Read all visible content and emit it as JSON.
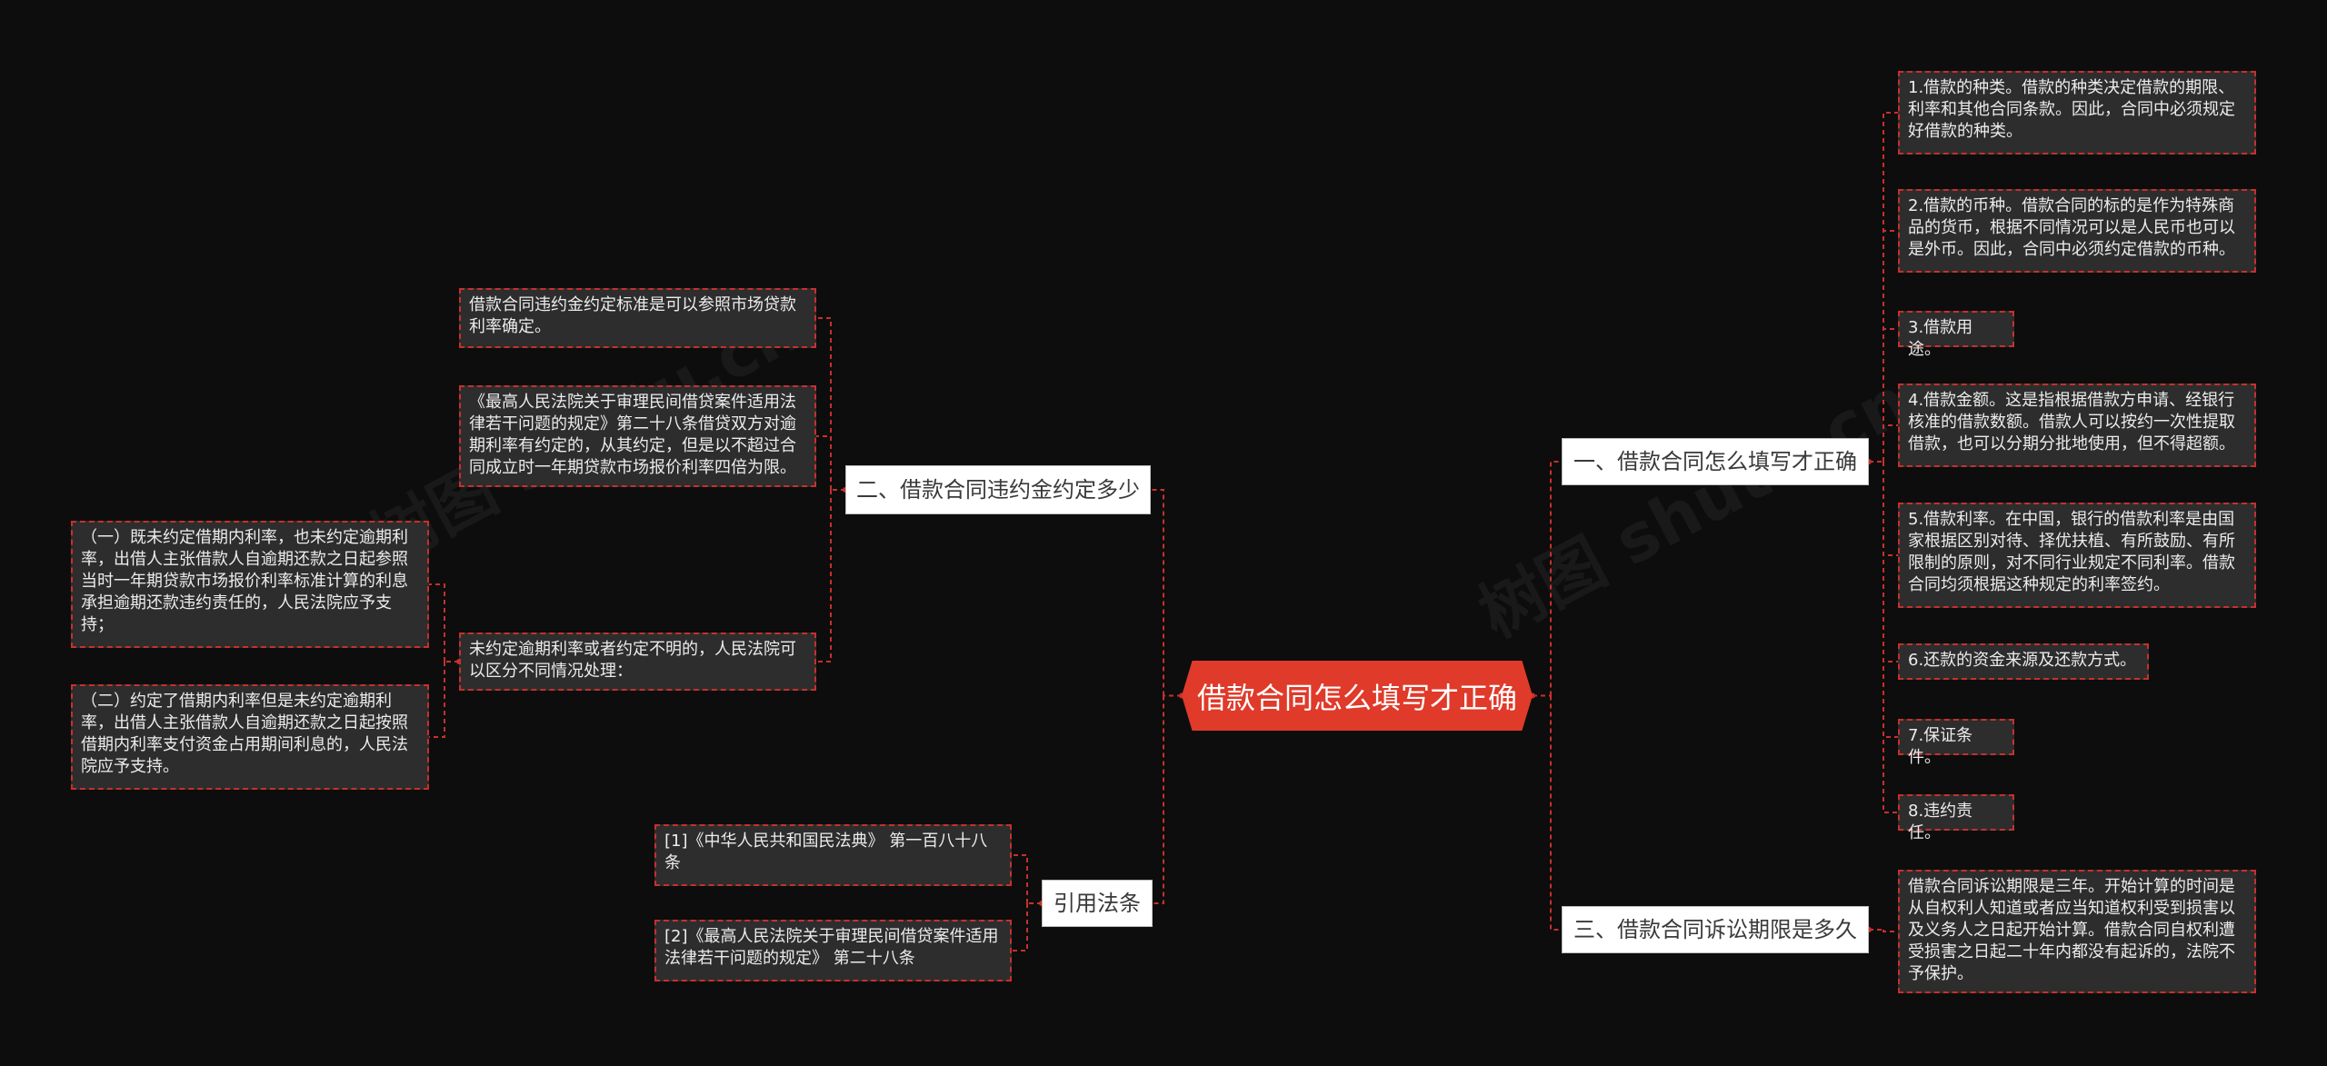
{
  "root": {
    "label": "借款合同怎么填写才正确"
  },
  "branches": {
    "b1": {
      "label": "一、借款合同怎么填写才正确"
    },
    "b2": {
      "label": "二、借款合同违约金约定多少"
    },
    "b3": {
      "label": "三、借款合同诉讼期限是多久"
    },
    "b4": {
      "label": "引用法条"
    }
  },
  "leaves": {
    "r1": "1.借款的种类。借款的种类决定借款的期限、利率和其他合同条款。因此，合同中必须规定好借款的种类。",
    "r2": "2.借款的币种。借款合同的标的是作为特殊商品的货币，根据不同情况可以是人民币也可以是外币。因此，合同中必须约定借款的币种。",
    "r3": "3.借款用途。",
    "r4": "4.借款金额。这是指根据借款方申请、经银行核准的借款数额。借款人可以按约一次性提取借款，也可以分期分批地使用，但不得超额。",
    "r5": "5.借款利率。在中国，银行的借款利率是由国家根据区别对待、择优扶植、有所鼓励、有所限制的原则，对不同行业规定不同利率。借款合同均须根据这种规定的利率签约。",
    "r6": "6.还款的资金来源及还款方式。",
    "r7": "7.保证条件。",
    "r8": "8.违约责任。",
    "r9": "借款合同诉讼期限是三年。开始计算的时间是从自权利人知道或者应当知道权利受到损害以及义务人之日起开始计算。借款合同自权利遭受损害之日起二十年内都没有起诉的，法院不予保护。",
    "l1": "借款合同违约金约定标准是可以参照市场贷款利率确定。",
    "l2": "《最高人民法院关于审理民间借贷案件适用法律若干问题的规定》第二十八条借贷双方对逾期利率有约定的，从其约定，但是以不超过合同成立时一年期贷款市场报价利率四倍为限。",
    "l3": "未约定逾期利率或者约定不明的，人民法院可以区分不同情况处理：",
    "l3a": "（一）既未约定借期内利率，也未约定逾期利率，出借人主张借款人自逾期还款之日起参照当时一年期贷款市场报价利率标准计算的利息承担逾期还款违约责任的，人民法院应予支持；",
    "l3b": "（二）约定了借期内利率但是未约定逾期利率，出借人主张借款人自逾期还款之日起按照借期内利率支付资金占用期间利息的，人民法院应予支持。",
    "c1": "[1]《中华人民共和国民法典》 第一百八十八条",
    "c2": "[2]《最高人民法院关于审理民间借贷案件适用法律若干问题的规定》 第二十八条"
  },
  "watermark": "树图 shutu.cn",
  "colors": {
    "background": "#0d0d0d",
    "root": "#e03a2a",
    "connector": "#c8302c",
    "leaf_fill": "#2d2d2d",
    "branch_fill": "#ffffff"
  }
}
